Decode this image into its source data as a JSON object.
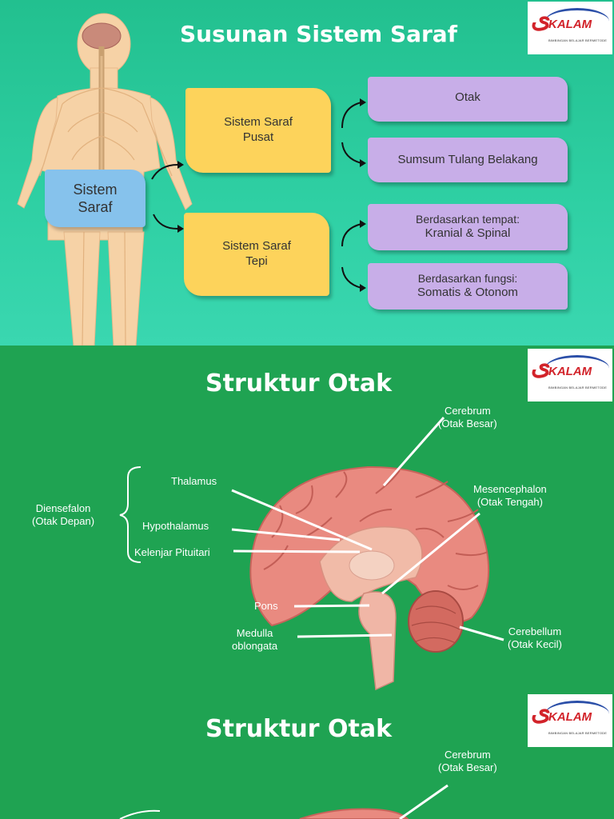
{
  "panel1": {
    "title": "Susunan Sistem Saraf",
    "root": {
      "line1": "Sistem",
      "line2": "Saraf"
    },
    "central": {
      "line1": "Sistem Saraf",
      "line2": "Pusat"
    },
    "peripheral": {
      "line1": "Sistem Saraf",
      "line2": "Tepi"
    },
    "brain": "Otak",
    "spinal": "Sumsum Tulang Belakang",
    "place": {
      "line1": "Berdasarkan tempat:",
      "line2": "Kranial & Spinal"
    },
    "function": {
      "line1": "Berdasarkan fungsi:",
      "line2": "Somatis & Otonom"
    }
  },
  "panel2": {
    "title": "Struktur Otak",
    "cerebrum": {
      "line1": "Cerebrum",
      "line2": "(Otak Besar)"
    },
    "mesencephalon": {
      "line1": "Mesencephalon",
      "line2": "(Otak Tengah)"
    },
    "diensefalon": {
      "line1": "Diensefalon",
      "line2": "(Otak Depan)"
    },
    "thalamus": "Thalamus",
    "hypothalamus": "Hypothalamus",
    "pituitary": "Kelenjar Pituitari",
    "pons": "Pons",
    "medulla": {
      "line1": "Medulla",
      "line2": "oblongata"
    },
    "cerebellum": {
      "line1": "Cerebellum",
      "line2": "(Otak Kecil)"
    }
  },
  "panel3": {
    "title": "Struktur Otak",
    "cerebrum": {
      "line1": "Cerebrum",
      "line2": "(Otak Besar)"
    }
  },
  "logo": {
    "text": "KALAM",
    "tagline": "BIMBINGAN BELAJAR BERMETODE"
  },
  "colors": {
    "accent_red": "#d2232a",
    "node_yellow": "#fdd35b",
    "node_purple": "#c8aee8",
    "node_blue": "#86c2ec"
  }
}
